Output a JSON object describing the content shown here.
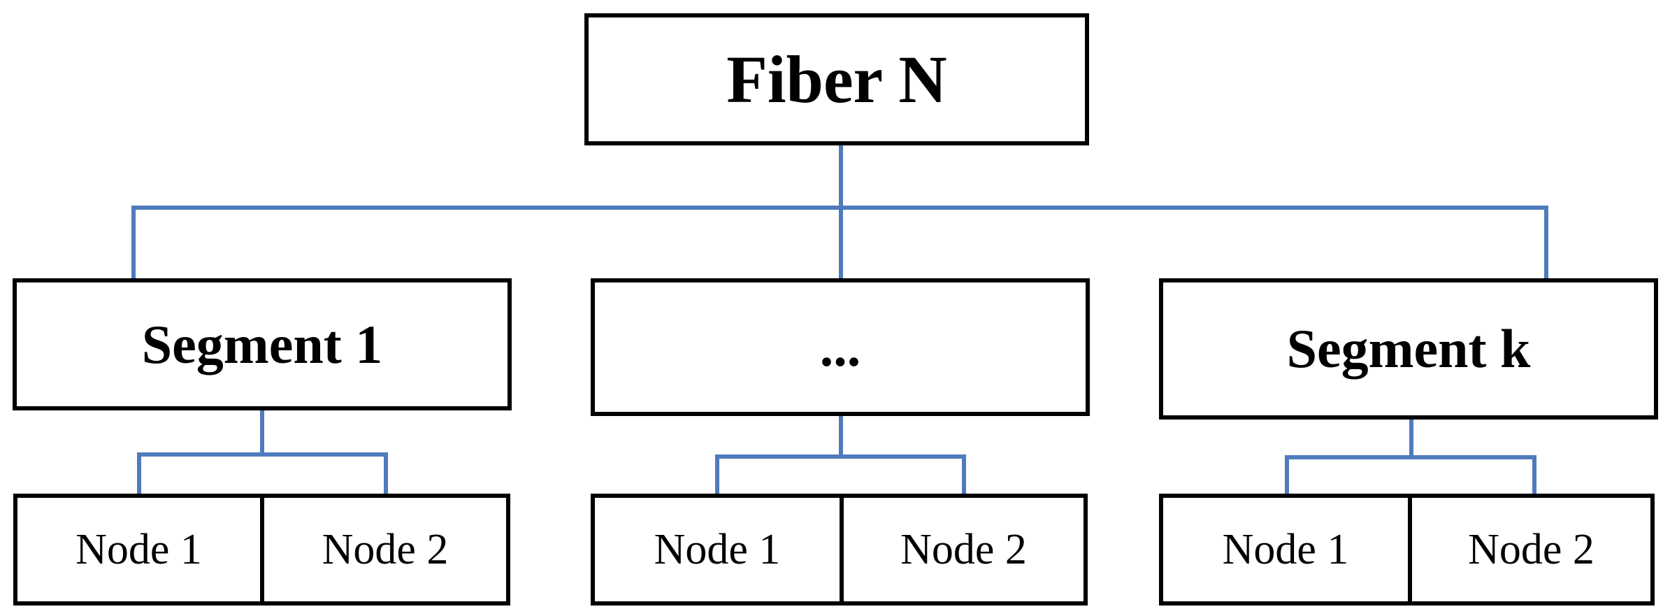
{
  "diagram": {
    "connector_color": "#4f7bbc",
    "box_border_color": "#000000",
    "root": {
      "label": "Fiber N"
    },
    "segments": [
      {
        "label": "Segment 1",
        "nodes": [
          {
            "label": "Node 1"
          },
          {
            "label": "Node 2"
          }
        ]
      },
      {
        "label": "...",
        "nodes": [
          {
            "label": "Node 1"
          },
          {
            "label": "Node 2"
          }
        ]
      },
      {
        "label": "Segment k",
        "nodes": [
          {
            "label": "Node 1"
          },
          {
            "label": "Node 2"
          }
        ]
      }
    ]
  }
}
